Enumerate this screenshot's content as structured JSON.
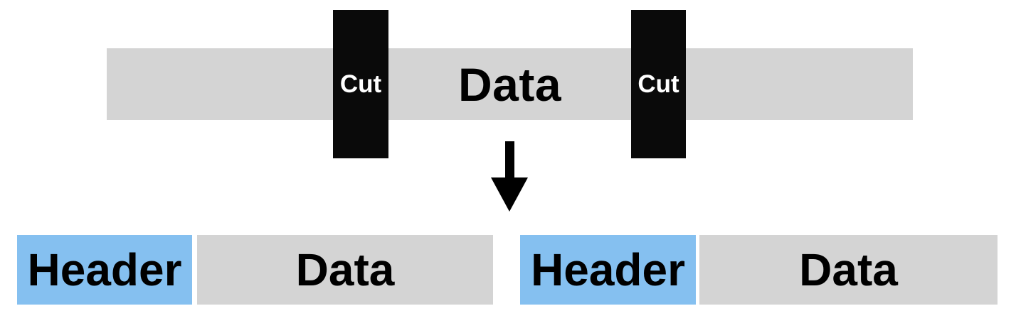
{
  "colors": {
    "background": "#ffffff",
    "stream_gray": "#d4d4d4",
    "header_blue": "#85c0f0",
    "cut_black": "#0a0a0a",
    "cut_text_white": "#ffffff",
    "label_black": "#000000"
  },
  "top_stream": {
    "label": "Data",
    "cuts": [
      {
        "label": "Cut"
      },
      {
        "label": "Cut"
      }
    ]
  },
  "arrow": {
    "icon": "down-arrow"
  },
  "segments": [
    {
      "header": "Header",
      "data": "Data"
    },
    {
      "header": "Header",
      "data": "Data"
    }
  ]
}
